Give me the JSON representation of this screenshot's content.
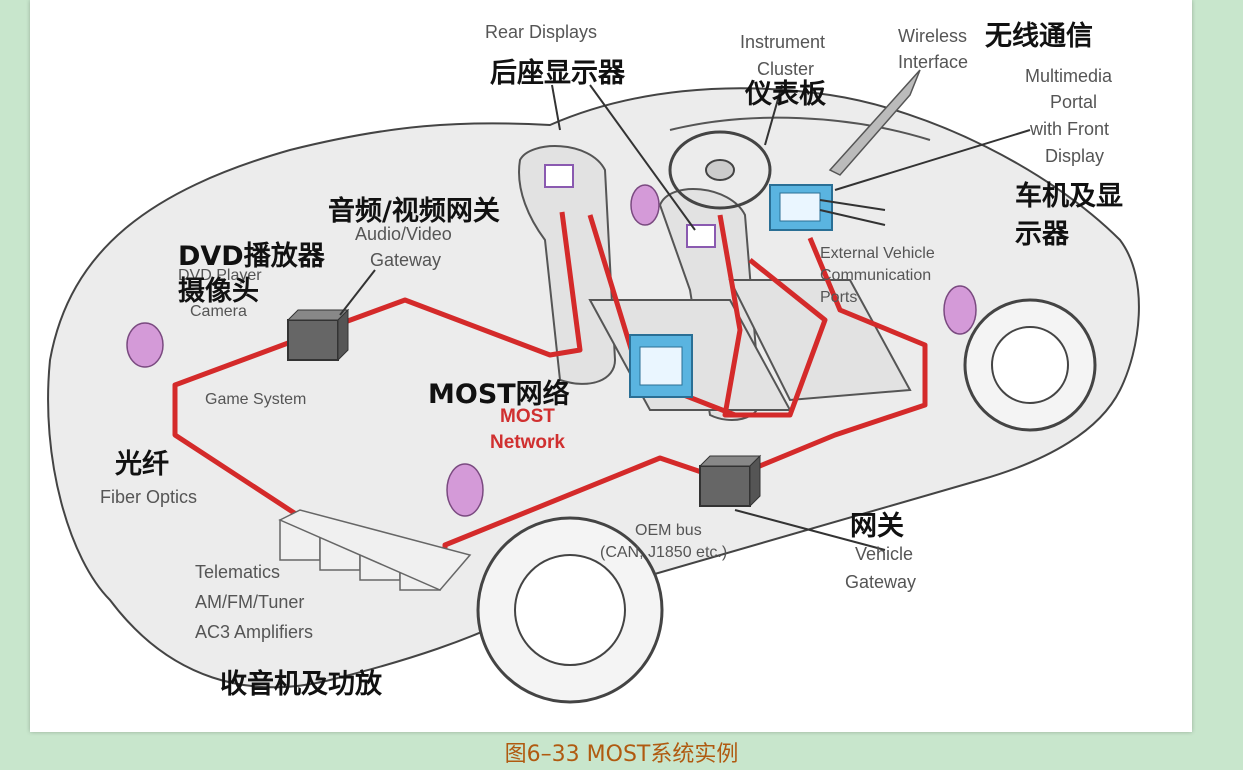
{
  "labels": {
    "rear_displays_en": "Rear Displays",
    "rear_displays_cn": "后座显示器",
    "instrument_en_1": "Instrument",
    "instrument_en_2": "Cluster",
    "instrument_cn": "仪表板",
    "wireless_en_1": "Wireless",
    "wireless_en_2": "Interface",
    "wireless_cn": "无线通信",
    "multimedia_en_1": "Multimedia",
    "multimedia_en_2": "Portal",
    "multimedia_en_3": "with Front",
    "multimedia_en_4": "Display",
    "headunit_cn_1": "车机及显",
    "headunit_cn_2": "示器",
    "av_gateway_cn": "音频/视频网关",
    "av_gateway_en_1": "Audio/Video",
    "av_gateway_en_2": "Gateway",
    "dvd_cn": "DVD播放器",
    "dvd_en": "DVD Player",
    "camera_cn": "摄像头",
    "camera_en": "Camera",
    "external_en_1": "External Vehicle",
    "external_en_2": "Communication",
    "external_en_3": "Ports",
    "game_en": "Game System",
    "most_cn": "MOST网络",
    "most_en_1": "MOST",
    "most_en_2": "Network",
    "fiber_cn": "光纤",
    "fiber_en": "Fiber Optics",
    "oem_en_1": "OEM bus",
    "oem_en_2": "(CAN, J1850 etc.)",
    "gateway_cn": "网关",
    "vehicle_gw_en_1": "Vehicle",
    "vehicle_gw_en_2": "Gateway",
    "telematics_1": "Telematics",
    "telematics_2": "AM/FM/Tuner",
    "telematics_3": "AC3 Amplifiers",
    "radio_cn": "收音机及功放"
  },
  "caption": "图6–33 MOST系统实例",
  "colors": {
    "fiber": "#d42a2a",
    "screen": "#5ab4e0",
    "speaker": "#d49ad8",
    "box": "#666666"
  }
}
